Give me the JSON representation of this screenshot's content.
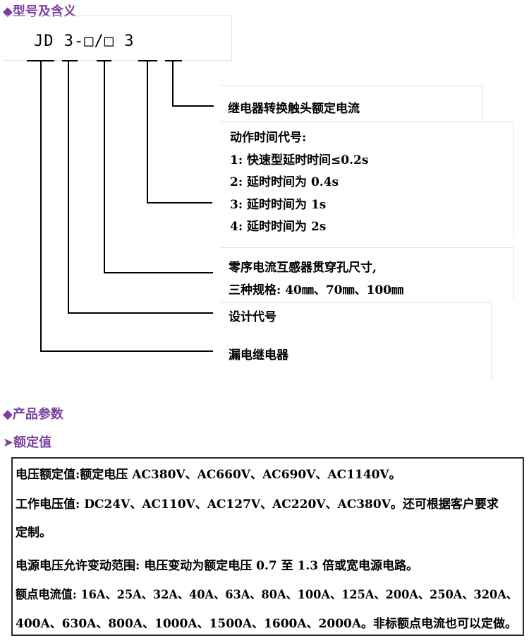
{
  "section1": {
    "title": "◆型号及含义"
  },
  "model": {
    "code": "JD 3-□/□ 3"
  },
  "descriptions": {
    "rated_current": "继电器转换触头额定电流",
    "action_time": {
      "title": "动作时间代号:",
      "items": [
        "1: 快速型延时时间≤0.2s",
        "2: 延时时间为 0.4s",
        "3: 延时时间为 1s",
        "4: 延时时间为 2s"
      ]
    },
    "ct_size": {
      "line1": "零序电流互感器贯穿孔尺寸,",
      "line2": "三种规格: 40㎜、70㎜、100㎜"
    },
    "design_code": "设计代号",
    "relay": "漏电继电器"
  },
  "section2": {
    "title": "◆产品参数"
  },
  "subsection": {
    "title": "➤额定值"
  },
  "params": [
    "电压额定值:额定电压 AC380V、AC660V、AC690V、AC1140V。",
    "工作电压值: DC24V、AC110V、AC127V、AC220V、AC380V。还可根据客户要求",
    "定制。",
    "电源电压允许变动范围: 电压变动为额定电压 0.7 至 1.3 倍或宽电源电路。",
    "额点电流值: 16A、25A、32A、40A、63A、80A、100A、125A、200A、250A、320A、",
    "400A、630A、800A、1000A、1500A、1600A、2000A。非标额点电流也可以定做。"
  ]
}
